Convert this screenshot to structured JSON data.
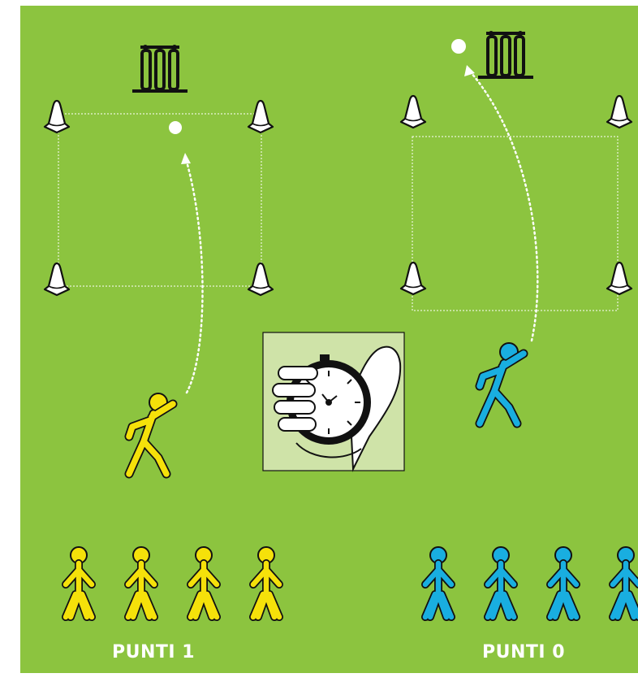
{
  "colors": {
    "field": "#8cc43f",
    "team_left": "#f5e10a",
    "team_right": "#19aee0",
    "wicket": "#111111",
    "cone": "#ffffff",
    "stopwatch_bg": "#cfe3a8"
  },
  "teams": [
    {
      "side": "left",
      "score_label": "PUNTI 1",
      "waiting_players": 4
    },
    {
      "side": "right",
      "score_label": "PUNTI 0",
      "waiting_players": 4
    }
  ],
  "icons": {
    "wicket": "cricket-wicket-icon",
    "cone": "cone-icon",
    "ball": "ball-icon",
    "timer": "stopwatch-hand-icon",
    "thrower": "throwing-player-icon",
    "player": "standing-player-icon"
  }
}
